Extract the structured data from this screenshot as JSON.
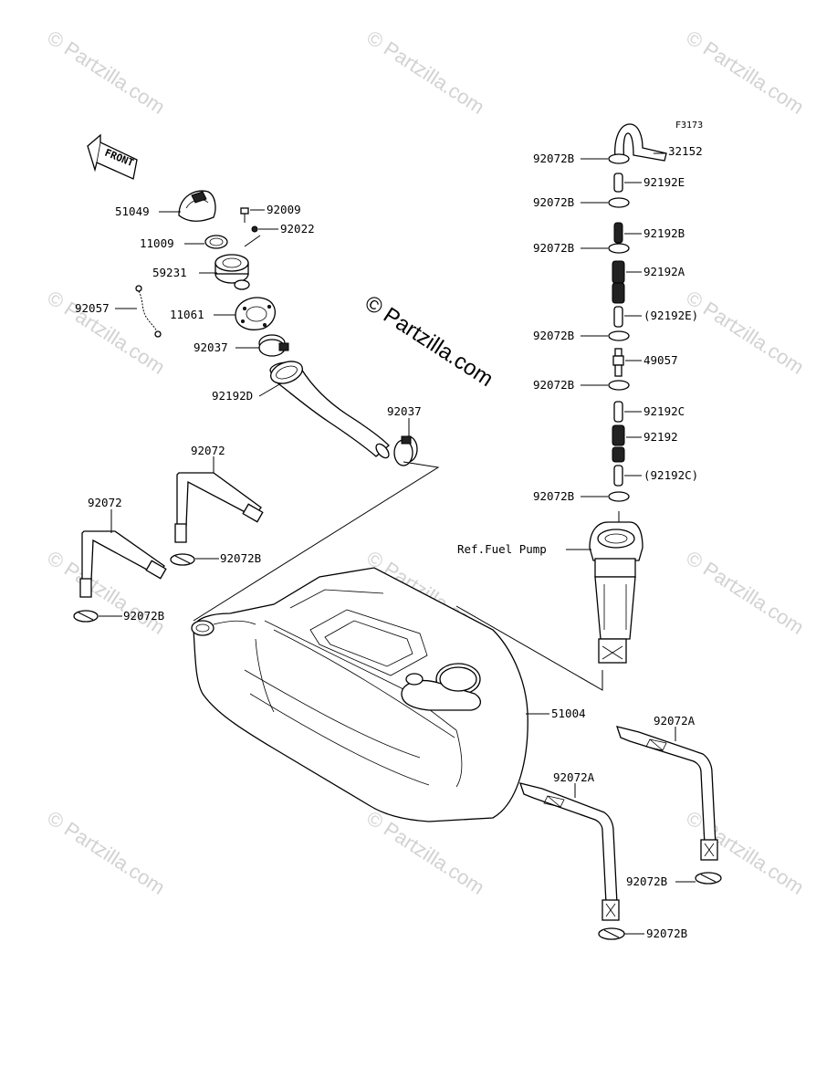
{
  "figure_code": "F3173",
  "watermark_text": "© Partzilla.com",
  "front_label": "FRONT",
  "colors": {
    "line": "#000000",
    "watermark": "#d2d2d2",
    "background": "#ffffff"
  },
  "labels": {
    "p32152": "32152",
    "p92072B_1": "92072B",
    "p92192E": "92192E",
    "p92072B_2": "92072B",
    "p92192B": "92192B",
    "p92072B_3": "92072B",
    "p92192A": "92192A",
    "p92192E_ref": "(92192E)",
    "p92072B_4": "92072B",
    "p49057": "49057",
    "p92072B_5": "92072B",
    "p92192C": "92192C",
    "p92192": "92192",
    "p92192C_ref": "(92192C)",
    "p92072B_6": "92072B",
    "ref_fuel_pump": "Ref.Fuel Pump",
    "p51049": "51049",
    "p92009": "92009",
    "p92022": "92022",
    "p11009": "11009",
    "p59231": "59231",
    "p92057": "92057",
    "p11061": "11061",
    "p92037_1": "92037",
    "p92192D": "92192D",
    "p92037_2": "92037",
    "p92072_1": "92072",
    "p92072_2": "92072",
    "p92072B_7": "92072B",
    "p92072B_8": "92072B",
    "p51004": "51004",
    "p92072A_1": "92072A",
    "p92072A_2": "92072A",
    "p92072B_9": "92072B",
    "p92072B_10": "92072B"
  }
}
